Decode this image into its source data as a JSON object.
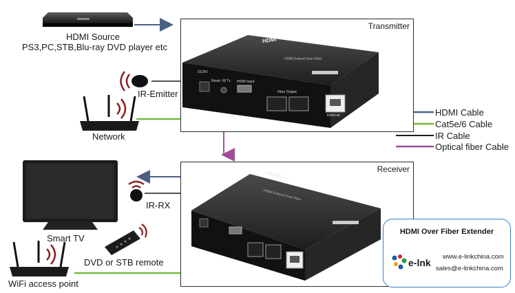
{
  "source": {
    "title": "HDMI Source",
    "subtitle": "PS3,PC,STB,Blu-ray DVD player etc"
  },
  "transmitter": {
    "title": "Transmitter",
    "device_brand": "HDMI",
    "device_name": "HDMI Extend Over Fiber",
    "ports": {
      "power": "DC/5V",
      "reset": "Reset",
      "ir": "IR Tx",
      "hdmi": "HDMI Input",
      "fiber": "Fiber Output",
      "ethernet": "Ethernet"
    }
  },
  "receiver": {
    "title": "Receiver",
    "device_brand": "HDMI",
    "device_name": "HDMI Extend Over Fiber"
  },
  "ir_emitter": {
    "label": "IR-Emitter"
  },
  "network": {
    "label": "Network"
  },
  "ir_rx": {
    "label": "IR-RX"
  },
  "tv": {
    "label": "Smart TV"
  },
  "remote": {
    "label": "DVD or STB remote"
  },
  "wifi": {
    "label": "WiFi access point"
  },
  "legend": [
    {
      "label": "HDMI Cable",
      "color": "#4a6185"
    },
    {
      "label": "Cat5e/6 Cable",
      "color": "#72b93f"
    },
    {
      "label": "IR Cable",
      "color": "#1a1a1a"
    },
    {
      "label": "Optical fiber Cable",
      "color": "#a24d98"
    }
  ],
  "brand": {
    "title": "HDMI Over Fiber Extender",
    "logo_text": "e-lnk",
    "website": "www.e-linkchina.com",
    "email": "sales@e-linkchina.com"
  }
}
